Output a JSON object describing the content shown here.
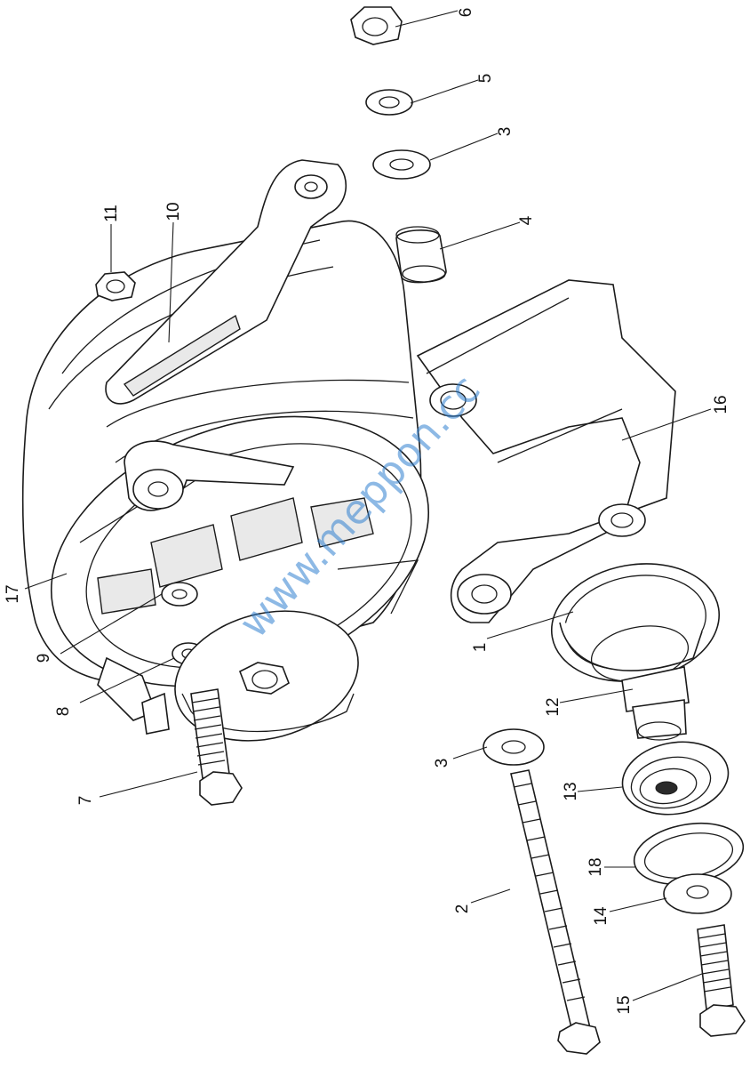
{
  "figure": {
    "callouts": [
      {
        "id": "c6",
        "text": "6"
      },
      {
        "id": "c5",
        "text": "5"
      },
      {
        "id": "c3a",
        "text": "3"
      },
      {
        "id": "c4",
        "text": "4"
      },
      {
        "id": "c11",
        "text": "11"
      },
      {
        "id": "c10",
        "text": "10"
      },
      {
        "id": "c16",
        "text": "16"
      },
      {
        "id": "c17",
        "text": "17"
      },
      {
        "id": "c1",
        "text": "1"
      },
      {
        "id": "c9",
        "text": "9"
      },
      {
        "id": "c8",
        "text": "8"
      },
      {
        "id": "c12",
        "text": "12"
      },
      {
        "id": "c3b",
        "text": "3"
      },
      {
        "id": "c7",
        "text": "7"
      },
      {
        "id": "c13",
        "text": "13"
      },
      {
        "id": "c18",
        "text": "18"
      },
      {
        "id": "c2",
        "text": "2"
      },
      {
        "id": "c14",
        "text": "14"
      },
      {
        "id": "c15",
        "text": "15"
      }
    ],
    "watermark": "www.meppon.cc"
  }
}
